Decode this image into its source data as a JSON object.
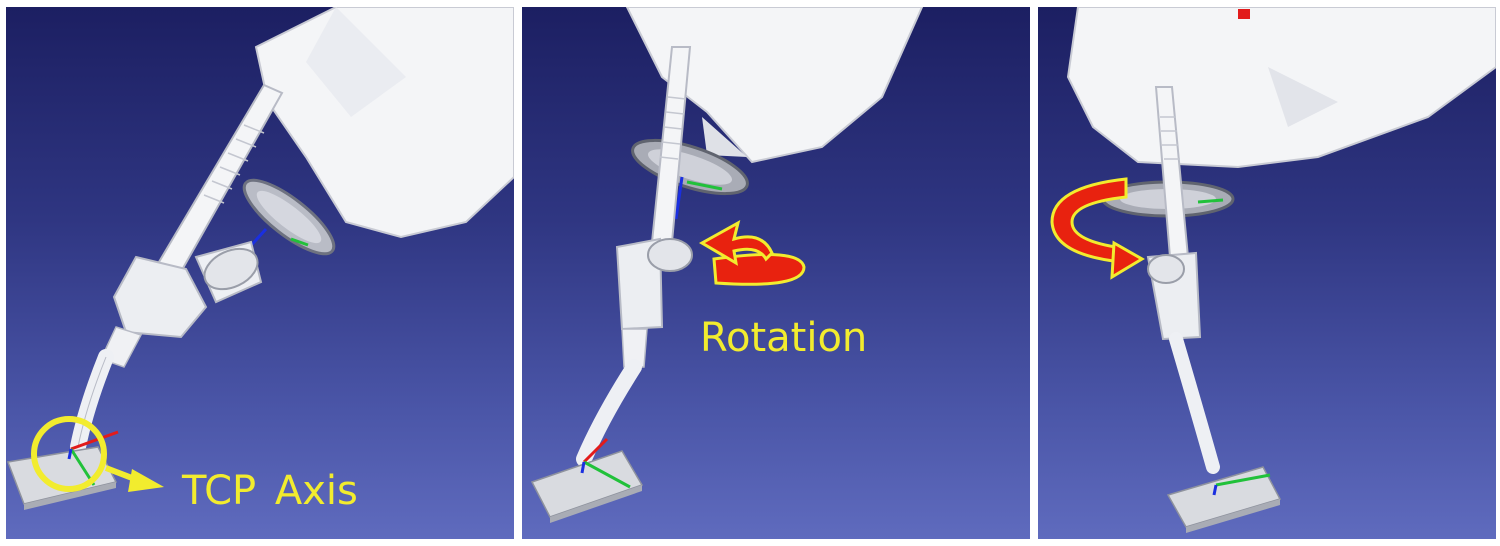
{
  "panels": [
    {
      "id": "panel-1",
      "label": "TCP Axis"
    },
    {
      "id": "panel-2",
      "label": "Rotation"
    },
    {
      "id": "panel-3",
      "label": ""
    }
  ],
  "colors": {
    "background_top": "#1c1f62",
    "background_bottom": "#5f6bbe",
    "annotation_yellow": "#f2ec2e",
    "rotation_arrow_red": "#e8220f",
    "axis_x": "#e21b1b",
    "axis_y": "#21c13a",
    "axis_z": "#1a2fe0",
    "robot_white": "#f4f5f7"
  },
  "icons": [
    "tcp-highlight-circle-icon",
    "callout-arrow-icon",
    "rotation-arrow-icon",
    "coordinate-axes-icon"
  ]
}
